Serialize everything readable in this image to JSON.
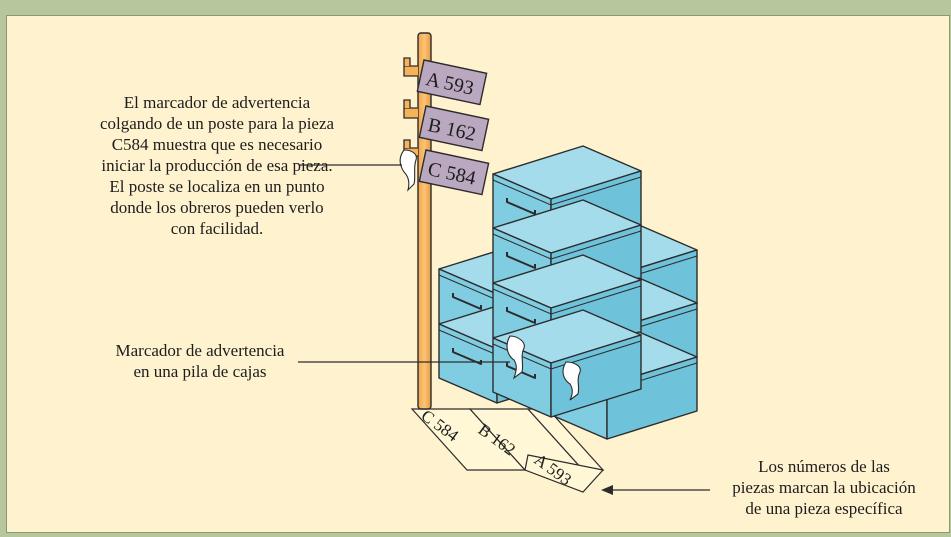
{
  "callouts": {
    "post_marker": [
      "El marcador de advertencia",
      "colgando de un poste para la pieza",
      "C584 muestra que es necesario",
      "iniciar la producción de esa pieza.",
      "El poste se localiza en un punto",
      "donde los obreros pueden verlo",
      "con facilidad."
    ],
    "box_marker": [
      "Marcador de advertencia",
      "en una pila de cajas"
    ],
    "floor_numbers": [
      "Los números de las",
      "piezas marcan la ubicación",
      "de una pieza específica"
    ]
  },
  "signs": [
    "A 593",
    "B 162",
    "C 584"
  ],
  "floor_labels": [
    "C 584",
    "B 162",
    "A 593"
  ],
  "colors": {
    "background": "#fff2cf",
    "outer": "#b7c79d",
    "post": "#f7b359",
    "sign": "#b9a8bf",
    "box_side": "#7ccbe1",
    "box_top": "#a4dcec",
    "floor_label": "#fff7d6"
  }
}
